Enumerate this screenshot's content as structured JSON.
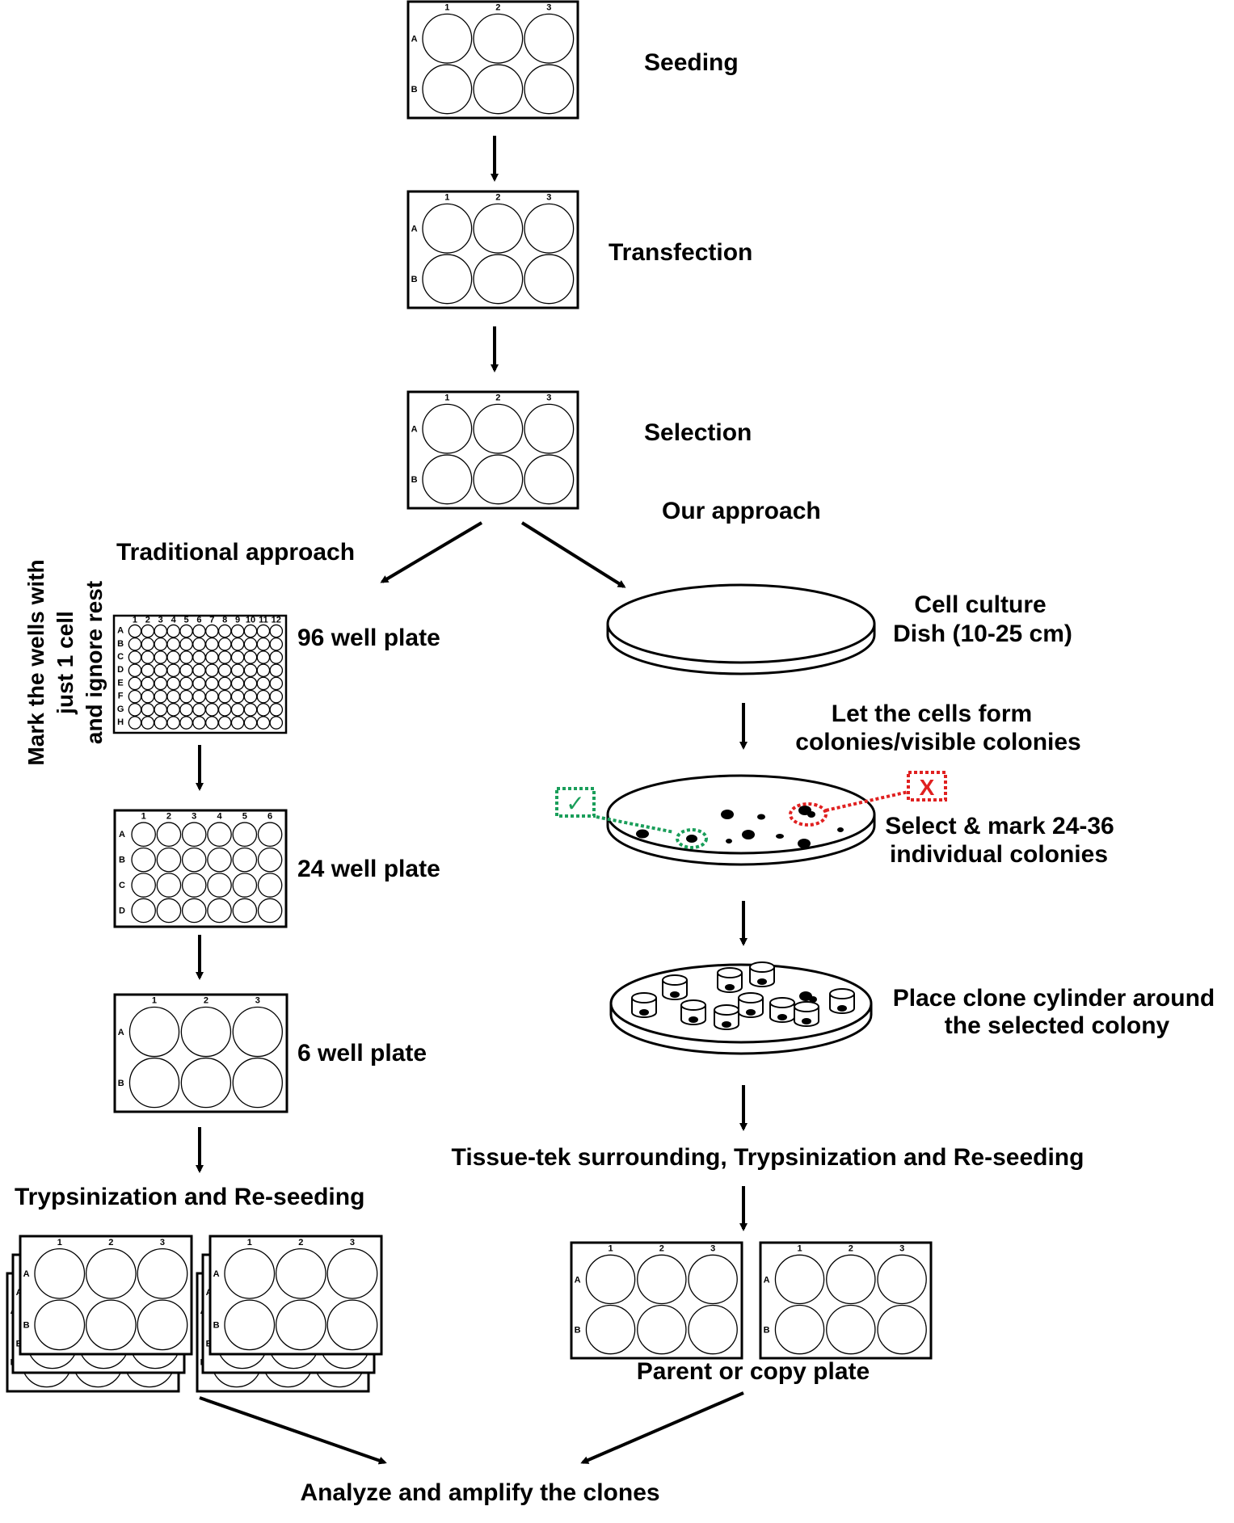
{
  "steps": {
    "seeding": "Seeding",
    "transfection": "Transfection",
    "selection": "Selection",
    "our_approach": "Our approach",
    "traditional_approach": "Traditional approach"
  },
  "traditional": {
    "side_note_line1": "Mark the wells with",
    "side_note_line2": "just 1 cell",
    "side_note_line3": "and ignore rest",
    "plate96": "96 well plate",
    "plate24": "24 well plate",
    "plate6": "6 well plate",
    "reseed": "Trypsinization and Re-seeding"
  },
  "ours": {
    "dish_line1": "Cell culture",
    "dish_line2": "Dish (10-25 cm)",
    "colonies_line1": "Let the cells form",
    "colonies_line2": "colonies/visible colonies",
    "select_line1": "Select & mark 24-36",
    "select_line2": "individual colonies",
    "good_mark": "✓",
    "bad_mark": "X",
    "cylinder_line1": "Place clone cylinder around",
    "cylinder_line2": "the selected colony",
    "tissue_tek": "Tissue-tek surrounding, Trypsinization and Re-seeding",
    "parent_copy": "Parent or copy plate"
  },
  "final": "Analyze and amplify the clones",
  "plate_labels": {
    "cols3": [
      "1",
      "2",
      "3"
    ],
    "rows2": [
      "A",
      "B"
    ],
    "cols6": [
      "1",
      "2",
      "3",
      "4",
      "5",
      "6"
    ],
    "rows4": [
      "A",
      "B",
      "C",
      "D"
    ],
    "cols12": [
      "1",
      "2",
      "3",
      "4",
      "5",
      "6",
      "7",
      "8",
      "9",
      "10",
      "11",
      "12"
    ],
    "rows8": [
      "A",
      "B",
      "C",
      "D",
      "E",
      "F",
      "G",
      "H"
    ]
  },
  "colors": {
    "good": "#1a9e5a",
    "bad": "#e02020",
    "ink": "#000000"
  }
}
